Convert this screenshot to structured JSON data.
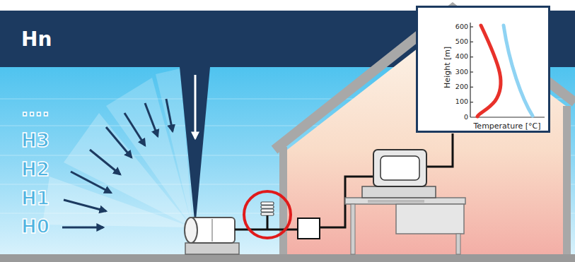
{
  "diagram": {
    "nodes": [
      {
        "text": [
          "Hn"
        ]
      },
      {
        "text": [
          "Height [m]",
          "Temperature [°C]"
        ]
      }
    ],
    "labels": [
      "....",
      "H3",
      "H2",
      "H1",
      "H0",
      "600",
      "500",
      "400",
      "300",
      "200",
      "100",
      "0"
    ]
  }
}
